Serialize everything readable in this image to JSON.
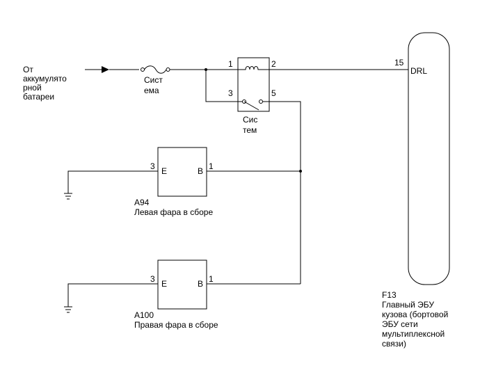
{
  "battery": {
    "label": "От\nаккумулято\nрной\nбатареи"
  },
  "fuse": {
    "label": "Сист\nема"
  },
  "relay": {
    "label": "Сис\nтем",
    "pin1": "1",
    "pin2": "2",
    "pin3": "3",
    "pin5": "5"
  },
  "ecu": {
    "connector": "F13",
    "name": "Главный ЭБУ\nкузова (бортовой\nЭБУ сети\nмультиплексной\nсвязи)",
    "pin": "15",
    "terminal": "DRL"
  },
  "left_lamp": {
    "connector": "A94",
    "name": "Левая фара в сборе",
    "pin_e": "3",
    "term_e": "E",
    "pin_b": "1",
    "term_b": "B"
  },
  "right_lamp": {
    "connector": "A100",
    "name": "Правая фара в сборе",
    "pin_e": "3",
    "term_e": "E",
    "pin_b": "1",
    "term_b": "B"
  }
}
